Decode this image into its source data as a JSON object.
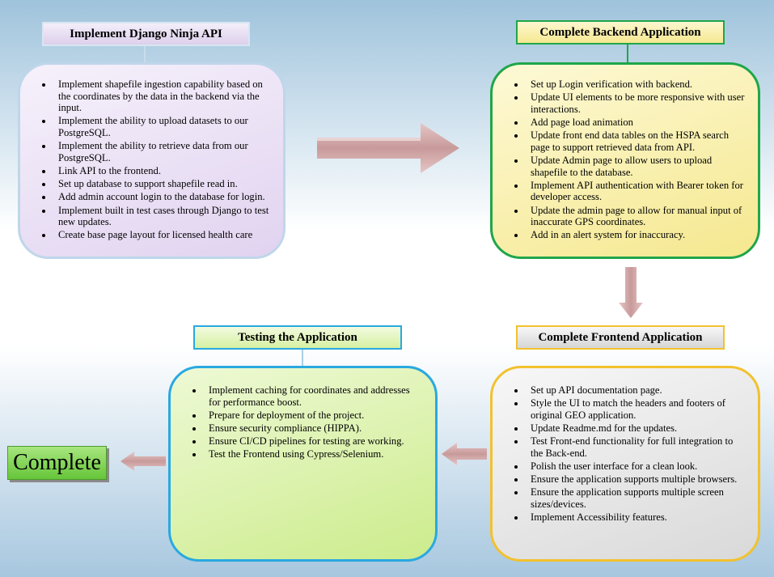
{
  "boxes": {
    "django": {
      "title": "Implement Django Ninja API",
      "items": [
        "Implement shapefile ingestion capability based on the coordinates by the data in the backend via the input.",
        "Implement the ability to upload datasets to our PostgreSQL.",
        "Implement the ability to retrieve data from our PostgreSQL.",
        "Link API to the frontend.",
        "Set up database to support shapefile read in.",
        "Add admin account login to the database for login.",
        "Implement built in test cases through Django to test new updates.",
        "Create base page layout for licensed health care"
      ]
    },
    "backend": {
      "title": "Complete Backend Application",
      "items": [
        "Set up Login verification with backend.",
        "Update UI elements to be more responsive with user interactions.",
        "Add page load animation",
        "Update front end data tables on the HSPA search page to support retrieved data from API.",
        "Update Admin page to allow users to upload shapefile to the database.",
        "Implement API authentication with Bearer token for developer access.",
        "Update the admin page to allow for manual input of inaccurate GPS coordinates.",
        "Add in an alert system for inaccuracy."
      ]
    },
    "frontend": {
      "title": "Complete Frontend Application",
      "items": [
        "Set up API documentation page.",
        "Style the UI to match the headers and footers of original GEO application.",
        "Update Readme.md for the updates.",
        "Test Front-end functionality for full integration to the Back-end.",
        "Polish the user interface for a clean look.",
        "Ensure the application supports multiple browsers.",
        "Ensure the application supports multiple screen sizes/devices.",
        "Implement Accessibility features."
      ]
    },
    "testing": {
      "title": "Testing the Application",
      "items": [
        "Implement caching for coordinates and addresses for performance boost.",
        "Prepare for deployment of the project.",
        "Ensure security compliance (HIPPA).",
        "Ensure CI/CD pipelines for testing are working.",
        "Test the Frontend using Cypress/Selenium."
      ]
    }
  },
  "complete_label": "Complete",
  "colors": {
    "django_border": "#bfd6ea",
    "django_fill": "#e9e0f4",
    "backend_border": "#1fa64a",
    "backend_fill": "#fbf3b4",
    "frontend_border": "#f2c12e",
    "frontend_fill": "#e6e6e6",
    "testing_border": "#29a9e0",
    "testing_fill": "#d8f2a4",
    "arrow": "#c9a0a0",
    "complete_fill": "#7fd64d"
  }
}
